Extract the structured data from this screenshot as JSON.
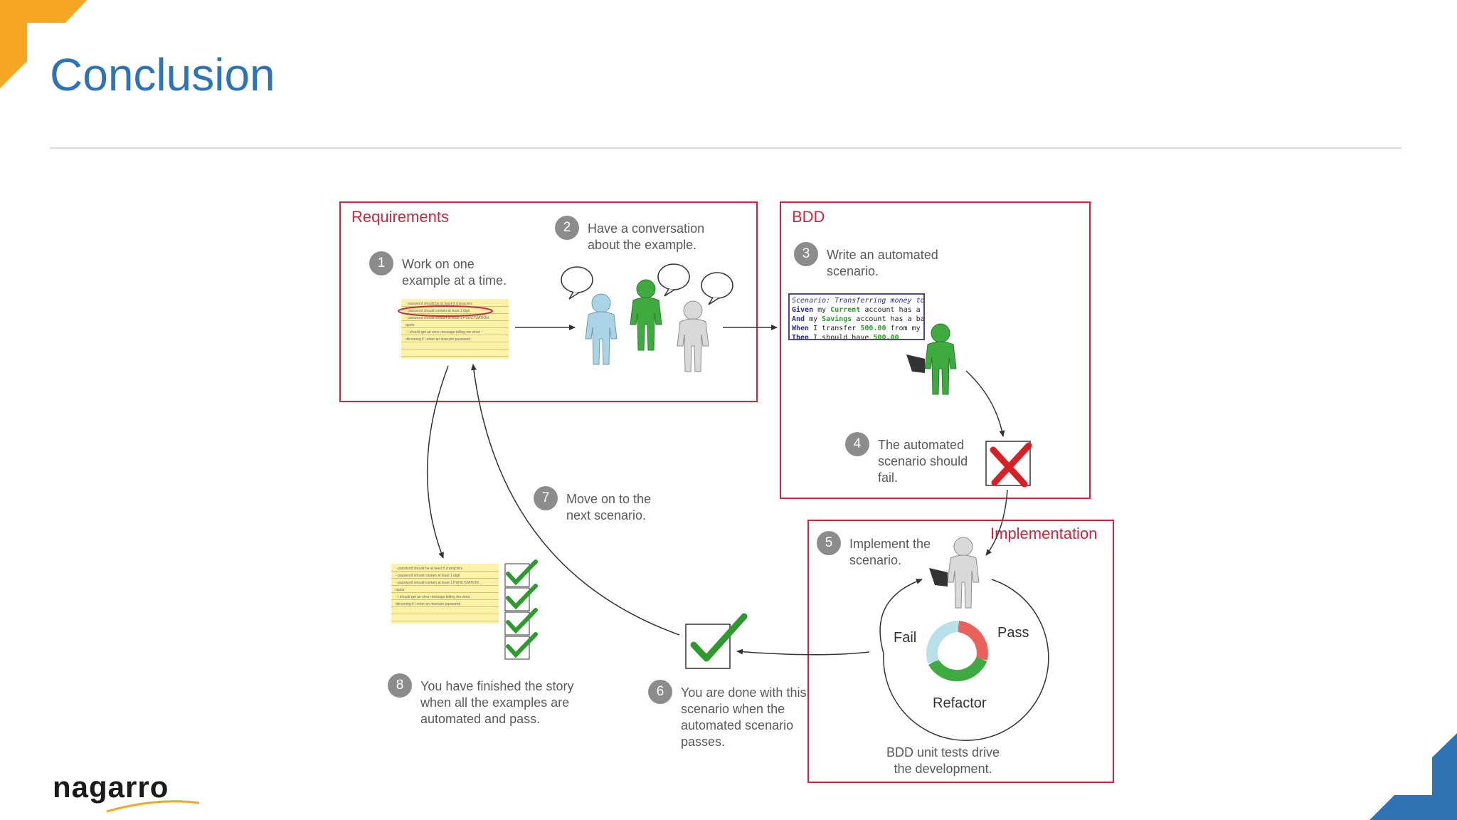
{
  "slide": {
    "title": "Conclusion",
    "logo_text": "nagarro",
    "accent_colors": {
      "title": "#2e74b5",
      "corner": "#f5a623",
      "box_border": "#c9283e",
      "corner_blue": "#2e74b5"
    }
  },
  "boxes": {
    "requirements": "Requirements",
    "bdd": "BDD",
    "implementation": "Implementation"
  },
  "steps": [
    {
      "num": "1",
      "text": "Work on one\nexample at a time."
    },
    {
      "num": "2",
      "text": "Have a conversation\nabout the example."
    },
    {
      "num": "3",
      "text": "Write an automated\nscenario."
    },
    {
      "num": "4",
      "text": "The automated\nscenario should\nfail."
    },
    {
      "num": "5",
      "text": "Implement the\nscenario."
    },
    {
      "num": "6",
      "text": "You are done with this\nscenario when the\nautomated scenario\npasses."
    },
    {
      "num": "7",
      "text": "Move on to the\nnext scenario."
    },
    {
      "num": "8",
      "text": "You have finished the story\nwhen all the examples are\nautomated and pass."
    }
  ],
  "tdd_cycle": {
    "fail": "Fail",
    "pass": "Pass",
    "refactor": "Refactor"
  },
  "implementation_caption": "BDD unit tests drive\nthe development.",
  "scenario_code": {
    "line1": "Scenario: Transferring money to",
    "line2_kw": "Given",
    "line2_a": " my ",
    "line2_hl": "Current",
    "line2_b": " account has a",
    "line3_kw": "And",
    "line3_a": " my ",
    "line3_hl": "Savings",
    "line3_b": " account has a ba",
    "line4_kw": "When",
    "line4_a": " I transfer ",
    "line4_hl": "500.00",
    "line4_b": " from my",
    "line5_kw": "Then",
    "line5_a": " I should have ",
    "line5_hl": "500.00"
  },
  "note_lines": {
    "a1": "- password should be at least 8 characters",
    "a2": "- password should contain at least 1 digit",
    "a3": "- password should contain at least 1 PUNCTUATION",
    "a4": "quote",
    "a5": "- I should get an error message telling me what",
    "a6": "did wrong if I enter an insecure password",
    "b1": "- password should be at least 8 characters",
    "b2": "- password should contain at least 1 digit",
    "b3": "- password should contain at least 1 PUNCTUATION",
    "b4": "quote",
    "b5": "- I should get an error message telling me what",
    "b6": "did wrong if I enter an insecure password"
  }
}
